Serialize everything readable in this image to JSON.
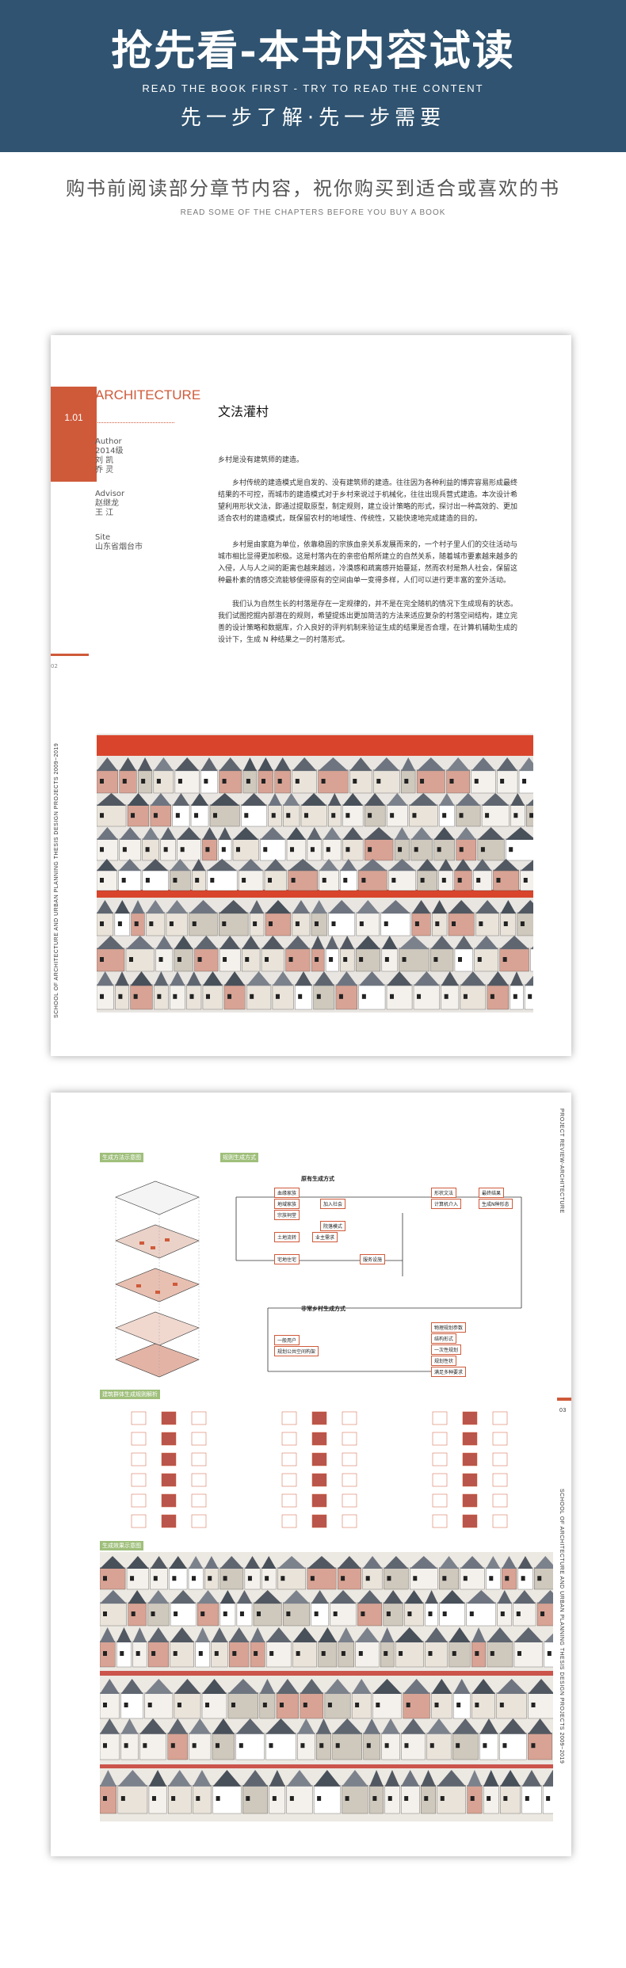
{
  "header": {
    "title": "抢先看-本书内容试读",
    "subtitle_en": "READ THE BOOK FIRST - TRY TO READ THE CONTENT",
    "slogan": "先一步了解·先一步需要"
  },
  "intro": {
    "text_cn": "购书前阅读部分章节内容，祝你购买到适合或喜欢的书",
    "text_en": "READ SOME OF THE CHAPTERS BEFORE YOU BUY A BOOK"
  },
  "page1": {
    "tab_number": "1.01",
    "section": "ARCHITECTURE",
    "author_label": "Author",
    "author_year": "2014级",
    "author_names": [
      "刘 凯",
      "乔 灵"
    ],
    "advisor_label": "Advisor",
    "advisor_names": [
      "赵继龙",
      "王 江"
    ],
    "site_label": "Site",
    "site_value": "山东省烟台市",
    "title": "文法灌村",
    "paragraphs": [
      "乡村是没有建筑师的建造。",
      "乡村传统的建造模式是自发的、没有建筑师的建造。往往因为各种利益的博弈容易形成最终结果的不可控，而城市的建造模式对于乡村来说过于机械化，往往出现兵营式建造。本次设计希望利用形状文法，即通过提取原型，制定规则，建立设计策略的形式，探讨出一种高效的、更加适合农村的建造模式，既保留农村的地域性、传统性，又能快速地完成建造的目的。",
      "乡村是由家庭为单位，依靠稳固的宗族血亲关系发展而来的，一个村子里人们的交往活动与城市相比显得更加积极。这是村落内在的亲密伯帮所建立的自然关系，随着城市要素越来越多的入侵，人与人之间的距离也越来越远，冷漠感和疏离感开始蔓延，然而农村是熟人社会，保留这种最朴素的情感交流能够使得原有的空间由单一变得多样，人们可以进行更丰富的室外活动。",
      "我们认为自然生长的村落是存在一定规律的，并不是在完全随机的情况下生成现有的状态。我们试图挖掘内部潜在的规则，希望提炼出更加简洁的方法来适应复杂的村落空间结构，建立完善的设计策略和数据库，介入良好的评判机制来验证生成的结果是否合理，在计算机辅助生成的设计下，生成 N 种结果之一的村落形式。"
    ],
    "page_number": "02",
    "side_text": "SCHOOL OF ARCHITECTURE AND URBAN PLANNING THESIS DESIGN PROJECTS 2009~2019"
  },
  "page2": {
    "side_text_top": "PROJECT REVIEW-ARCHITECTURE",
    "side_text_bottom": "SCHOOL OF ARCHITECTURE AND URBAN PLANNING THESIS DESIGN PROJECTS 2009~2019",
    "page_number": "03",
    "tags": [
      "生成方法示意图",
      "规则生成方式",
      "建筑群体生成规则解析",
      "生成效果示意图"
    ],
    "flow_heading_1": "原有生成方式",
    "flow_heading_2": "非常乡村生成方式",
    "flow_boxes": [
      "血缘家族",
      "地域家族",
      "宗族祠堂",
      "加入社会",
      "院落模式",
      "土地流转",
      "业主需求",
      "宅地住宅",
      "服务设施",
      "形状文法",
      "计算机介入",
      "最终结果",
      "生成N种形态",
      "一般用户",
      "规划公共空间构架",
      "物理规划参数",
      "结构形式",
      "一次性规划",
      "规划性状",
      "满足多种要求"
    ]
  },
  "colors": {
    "banner": "#2f5370",
    "accent": "#cf5a3a"
  }
}
